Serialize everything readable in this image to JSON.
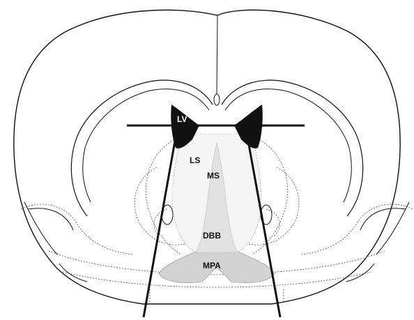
{
  "diagram": {
    "labels": {
      "lv": "LV",
      "ls": "LS",
      "ms": "MS",
      "dbb": "DBB",
      "mpa": "MPA"
    },
    "colors": {
      "outline": "#111111",
      "dotted_outline": "#555555",
      "septal_fill": "#d2d2d2",
      "ventricle_fill": "#111111",
      "background": "#ffffff"
    }
  }
}
